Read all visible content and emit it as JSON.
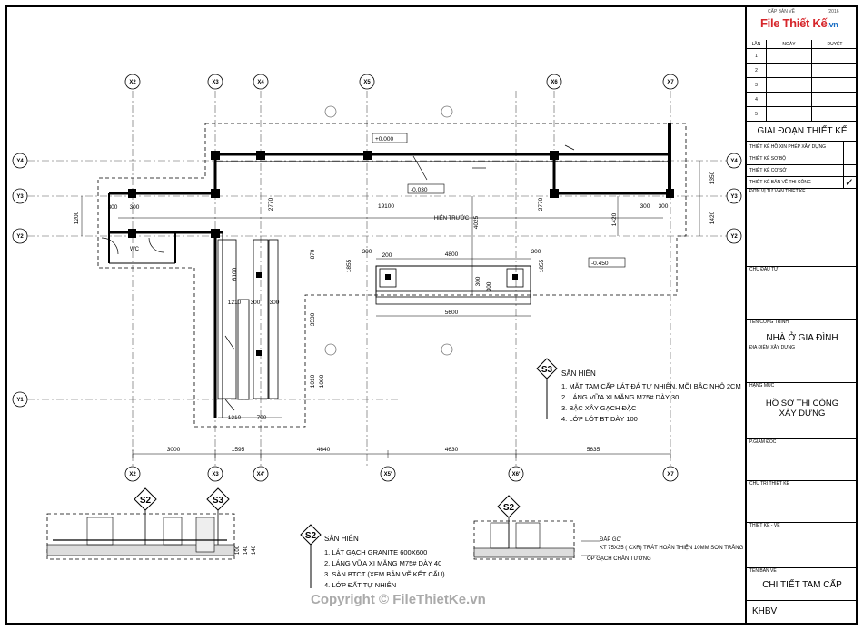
{
  "title_block": {
    "brand": "File Thiết Kế",
    "brand_suffix": ".vn",
    "brand_meta_left": "CẤP BẢN VẼ",
    "brand_meta_right": "/2016",
    "rev_headers": [
      "LẦN",
      "NGÀY",
      "DUYỆT"
    ],
    "rev_rows": [
      "1",
      "2",
      "3",
      "4",
      "5"
    ],
    "phase_title": "GIAI ĐOẠN THIẾT KẾ",
    "phases": [
      "THIẾT KẾ HỒ XIN PHÉP XÂY DỰNG",
      "THIẾT KẾ SƠ BỘ",
      "THIẾT KẾ CƠ SỞ",
      "THIẾT KẾ BẢN VẼ THI CÔNG"
    ],
    "phase_check": "✓",
    "consultant_label": "ĐƠN VỊ TƯ VẤN THIẾT KẾ",
    "owner_label": "CHỦ ĐẦU TƯ",
    "project_label": "TÊN CÔNG TRÌNH",
    "project_name": "NHÀ Ở GIA ĐÌNH",
    "location_label": "ĐỊA ĐIỂM XÂY DỰNG",
    "item_label": "HẠNG MỤC",
    "item_name_1": "HỒ SƠ THI CÔNG",
    "item_name_2": "XÂY DỰNG",
    "director_label": "P.GIÁM ĐỐC",
    "chief_label": "CHỦ TRÌ THIẾT KẾ",
    "designer_label": "THIẾT KẾ - VẼ",
    "drawing_name_label": "TÊN BẢN VẼ",
    "drawing_name": "CHI TIẾT TAM CẤP",
    "sheet_code": "KHBV"
  },
  "grid_bubbles": {
    "top": [
      "X2",
      "X3",
      "X4",
      "X5",
      "X6",
      "X7"
    ],
    "bottom": [
      "X2",
      "X3",
      "X4'",
      "X5'",
      "X6'",
      "X7"
    ],
    "left": [
      "Y4",
      "Y3",
      "Y2",
      "Y1"
    ],
    "right": [
      "Y4",
      "Y3",
      "Y2"
    ]
  },
  "bottom_dims": [
    "3000",
    "1595",
    "4640",
    "4630",
    "5635"
  ],
  "plan_dims": {
    "d1200": "1200",
    "d19100": "19100",
    "d2770a": "2770",
    "d2770b": "2770",
    "d4025": "4025",
    "d1350": "1350",
    "d1420a": "1420",
    "d1420b": "1420",
    "d300a": "300",
    "d300b": "300",
    "d300c": "300",
    "d300d": "300",
    "d300e": "300",
    "d300f": "300",
    "d300g": "300",
    "d300h": "300",
    "d4800": "4800",
    "d5600": "5600",
    "d1855a": "1855",
    "d1855b": "1855",
    "d6100": "6100",
    "d1210a": "1210",
    "d1210b": "1210",
    "d700": "700",
    "d870": "870",
    "d3530": "3530",
    "d1010": "1010",
    "d1000": "1000",
    "d200": "200",
    "d300i": "300",
    "d300j": "300"
  },
  "levels": [
    "+0.000",
    "-0.030",
    "-0.450"
  ],
  "room_labels": {
    "hall": "HIÊN TRƯỚC",
    "wc": "WC"
  },
  "s3_note": {
    "tag": "S3",
    "title": "SÂN HIÊN",
    "lines": [
      "1. MẶT TAM CẤP LÁT ĐÁ TỰ NHIÊN, MÕI BẬC NHÔ 2CM",
      "2. LÁNG VỮA XI MĂNG M75# DÀY 30",
      "3. BẬC XÂY GẠCH ĐẶC",
      "4. LỚP LÓT BT DÀY 100"
    ]
  },
  "s2_note": {
    "tag": "S2",
    "title": "SÂN HIÊN",
    "lines": [
      "1. LÁT GẠCH GRANITE 600X600",
      "2. LÁNG VỮA XI MĂNG M75# DÀY 40",
      "3. SÀN BTCT (XEM BẢN VẼ KẾT CẤU)",
      "4. LỚP ĐẤT TỰ NHIÊN"
    ]
  },
  "section_tags": [
    "S2",
    "S3",
    "S2"
  ],
  "section_dims": [
    "140",
    "140",
    "100"
  ],
  "detail_notes": {
    "line1": "ĐẮP GỜ",
    "line2": "KT 75X35 ( CXR) TRÁT HOÀN THIỆN 10MM SƠN TRẮNG",
    "line3": "ỐP GẠCH CHÂN TƯỜNG"
  },
  "watermark": "Copyright © FileThietKe.vn"
}
